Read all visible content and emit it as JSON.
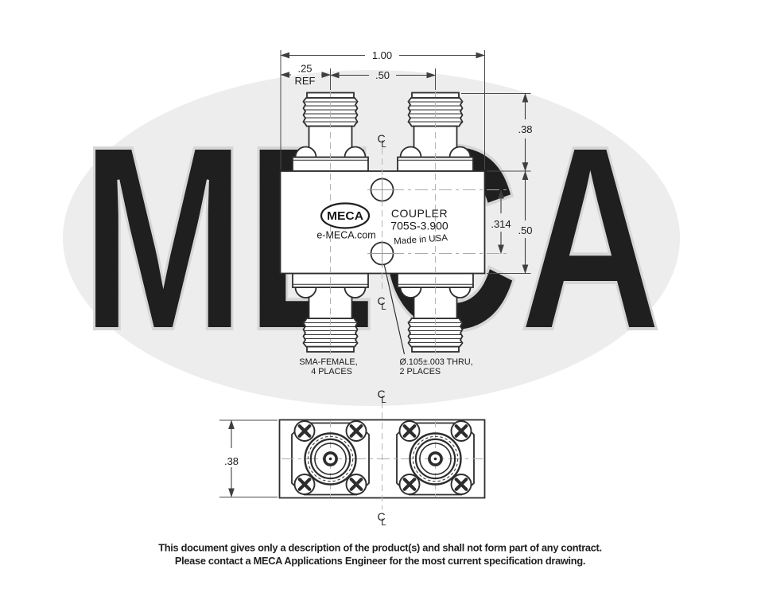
{
  "drawing": {
    "watermark_text": "MECA",
    "centerline": {
      "c": "C",
      "l": "L"
    },
    "top_view": {
      "dim_overall": "1.00",
      "dim_ref": ".25",
      "dim_ref_suffix": "REF",
      "dim_port_spacing": ".50",
      "dim_connector_height": ".38",
      "dim_body_height": ".50",
      "dim_hole_spacing": ".314",
      "body_label_line1": "COUPLER",
      "body_label_line2": "705S-3.900",
      "body_label_line3": "Made in USA",
      "logo_text": "MECA",
      "logo_site": "e-MECA.com",
      "callout_sma_line1": "SMA-FEMALE,",
      "callout_sma_line2": "4 PLACES",
      "callout_hole_line1": "Ø.105±.003 THRU,",
      "callout_hole_line2": "2 PLACES"
    },
    "bottom_view": {
      "dim_height": ".38"
    },
    "footer": {
      "line1": "This document gives only a description of the product(s) and shall not form part of any contract.",
      "line2": "Please contact a MECA Applications Engineer for the most current specification drawing."
    }
  }
}
